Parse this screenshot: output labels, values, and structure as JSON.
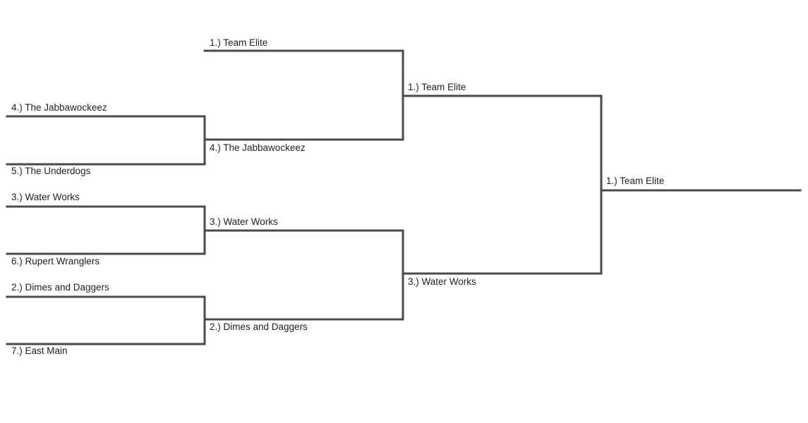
{
  "bracket": {
    "round1": [
      "4.) The Jabbawockeez",
      "5.) The Underdogs",
      "3.) Water Works",
      "6.) Rupert Wranglers",
      "2.) Dimes and Daggers",
      "7.) East Main"
    ],
    "round2": [
      "1.) Team Elite",
      "4.) The Jabbawockeez",
      "3.) Water Works",
      "2.) Dimes and Daggers"
    ],
    "semifinal": [
      "1.) Team Elite",
      "3.) Water Works"
    ],
    "champion": "1.) Team Elite"
  },
  "colors": {
    "line": "#4a4a4a",
    "text": "#222222"
  }
}
